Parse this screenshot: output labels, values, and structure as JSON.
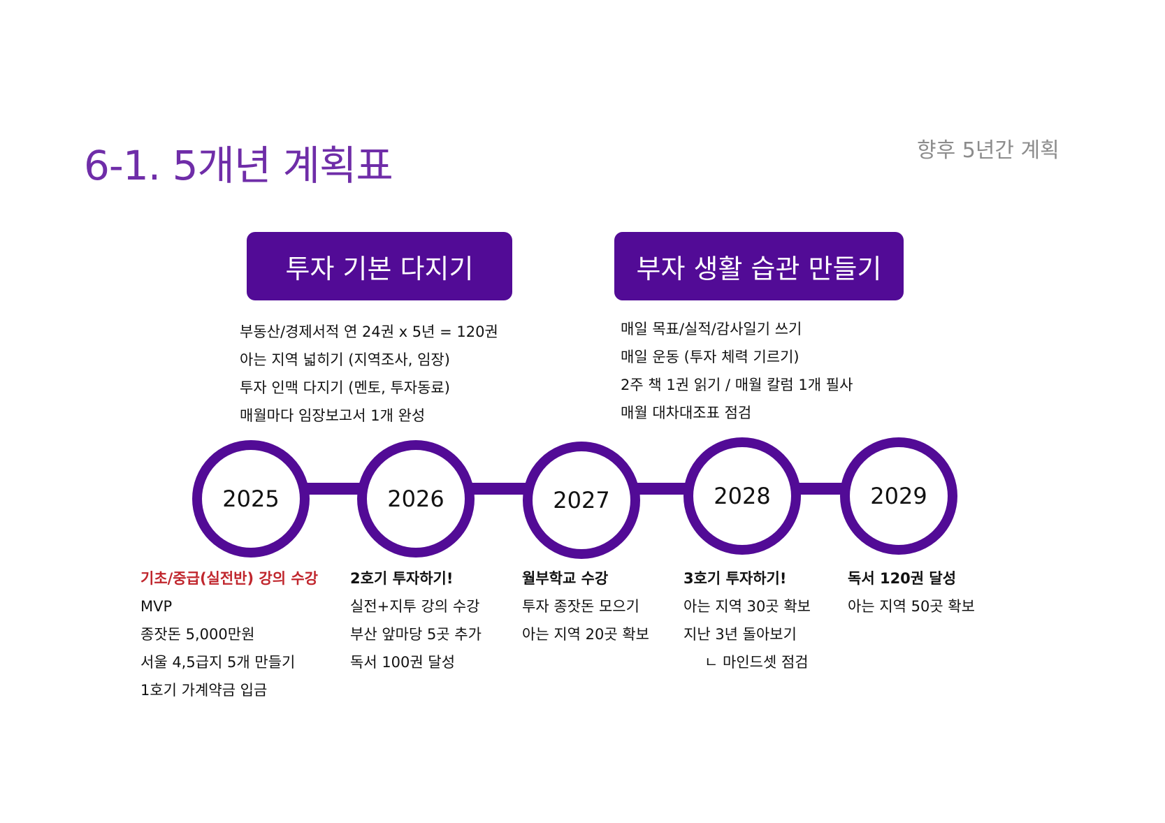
{
  "title": "6-1. 5개년 계획표",
  "subtitle": "향후 5년간 계획",
  "themes": [
    {
      "label": "투자 기본 다지기",
      "goals": [
        "부동산/경제서적 연 24권 x 5년 = 120권",
        "아는 지역 넓히기 (지역조사, 임장)",
        "투자 인맥 다지기 (멘토, 투자동료)",
        "매월마다 임장보고서 1개 완성"
      ]
    },
    {
      "label": "부자 생활 습관 만들기",
      "goals": [
        "매일 목표/실적/감사일기 쓰기",
        "매일 운동 (투자 체력 기르기)",
        "2주 책 1권 읽기 / 매월 칼럼 1개 필사",
        "매월 대차대조표 점검"
      ]
    }
  ],
  "timeline": {
    "color": "#520b96",
    "accent_red": "#c0262d",
    "years": [
      {
        "year": "2025",
        "items": [
          "기초/중급(실전반) 강의 수강",
          "MVP",
          "종잣돈 5,000만원",
          "서울 4,5급지 5개 만들기",
          "1호기 가계약금 입금"
        ]
      },
      {
        "year": "2026",
        "items": [
          "2호기 투자하기!",
          "실전+지투 강의 수강",
          "부산 앞마당 5곳 추가",
          "독서 100권 달성"
        ]
      },
      {
        "year": "2027",
        "items": [
          "월부학교 수강",
          "투자 종잣돈 모으기",
          "아는 지역 20곳 확보"
        ]
      },
      {
        "year": "2028",
        "items": [
          "3호기 투자하기!",
          "아는 지역 30곳 확보",
          "지난 3년 돌아보기",
          "ㄴ 마인드셋 점검"
        ]
      },
      {
        "year": "2029",
        "items": [
          "독서 120권 달성",
          "아는 지역 50곳 확보"
        ]
      }
    ]
  }
}
